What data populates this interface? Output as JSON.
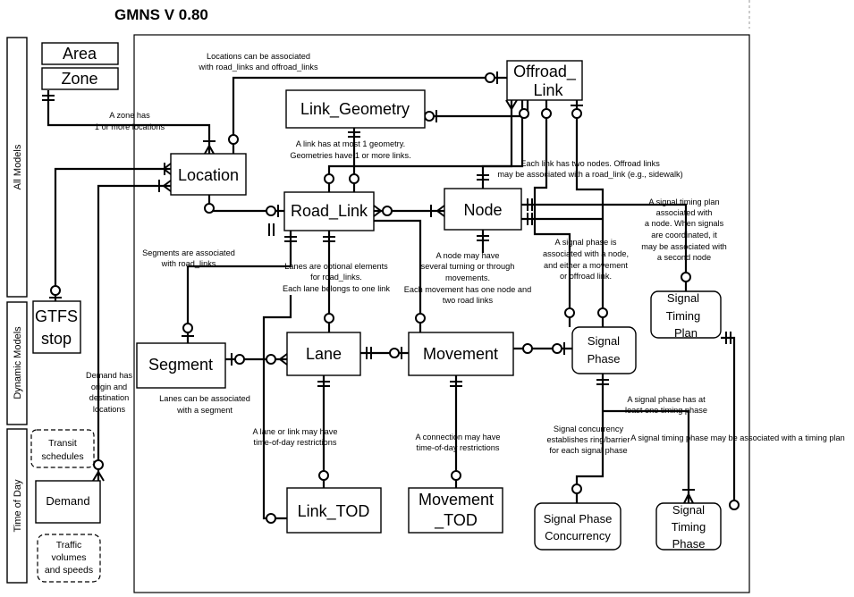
{
  "title": "GMNS V 0.80",
  "sections": {
    "all_models": "All Models",
    "dynamic_models": "Dynamic Models",
    "time_of_day": "Time of Day"
  },
  "entities": {
    "area": "Area",
    "zone": "Zone",
    "location": "Location",
    "offroad_link_1": "Offroad_",
    "offroad_link_2": "Link",
    "link_geometry": "Link_Geometry",
    "road_link": "Road_Link",
    "node": "Node",
    "gtfs_stop_1": "GTFS",
    "gtfs_stop_2": "stop",
    "segment": "Segment",
    "lane": "Lane",
    "movement": "Movement",
    "signal_phase_1": "Signal",
    "signal_phase_2": "Phase",
    "signal_timing_plan_1": "Signal",
    "signal_timing_plan_2": "Timing",
    "signal_timing_plan_3": "Plan",
    "transit_schedules_1": "Transit",
    "transit_schedules_2": "schedules",
    "demand": "Demand",
    "traffic_volumes_1": "Traffic",
    "traffic_volumes_2": "volumes",
    "traffic_volumes_3": "and speeds",
    "link_tod": "Link_TOD",
    "movement_tod_1": "Movement",
    "movement_tod_2": "_TOD",
    "signal_phase_concurrency_1": "Signal Phase",
    "signal_phase_concurrency_2": "Concurrency",
    "signal_timing_phase_1": "Signal",
    "signal_timing_phase_2": "Timing",
    "signal_timing_phase_3": "Phase"
  },
  "notes": {
    "locations_1": "Locations can be associated",
    "locations_2": "with road_links and offroad_links",
    "zone_1": "A zone has",
    "zone_2": "1 or more locations",
    "geometry_1": "A link has at most 1 geometry.",
    "geometry_2": "Geometries have 1 or more links.",
    "offroad_1": "Each link has two nodes. Offroad links",
    "offroad_2": "may be associated with a road_link (e.g., sidewalk)",
    "timing_plan_1": "A signal timing plan",
    "timing_plan_2": "associated with",
    "timing_plan_3": "a node.  When signals",
    "timing_plan_4": "are coordinated, it",
    "timing_plan_5": "may be associated with",
    "timing_plan_6": "a second node",
    "segments_1": "Segments are associated",
    "segments_2": "with road_links",
    "lanes_1": "Lanes are optional elements",
    "lanes_2": "for road_links.",
    "lanes_3": "Each lane belongs to one link",
    "node_mv_1": "A node may have",
    "node_mv_2": "several turning or through",
    "node_mv_3": "movements.",
    "node_mv_4": "Each movement has one node and",
    "node_mv_5": "two road links",
    "sig_phase_1": "A signal phase is",
    "sig_phase_2": "associated with a node,",
    "sig_phase_3": "and either a movement",
    "sig_phase_4": "or offroad link.",
    "demand_1": "Demand has",
    "demand_2": "origin and",
    "demand_3": "destination",
    "demand_4": "locations",
    "lane_seg_1": "Lanes can be associated",
    "lane_seg_2": "with a segment",
    "phase_timing_1": "A signal phase has at",
    "phase_timing_2": "least one timing phase",
    "concurrency_1": "Signal concurrency",
    "concurrency_2": "establishes ring/barrier",
    "concurrency_3": "for each signal phase",
    "timing_phase_plan": "A signal timing phase may be associated with a timing plan",
    "link_tod_1": "A lane or link may have",
    "link_tod_2": "time-of-day restrictions",
    "mv_tod_1": "A connection may have",
    "mv_tod_2": "time-of-day restrictions"
  }
}
